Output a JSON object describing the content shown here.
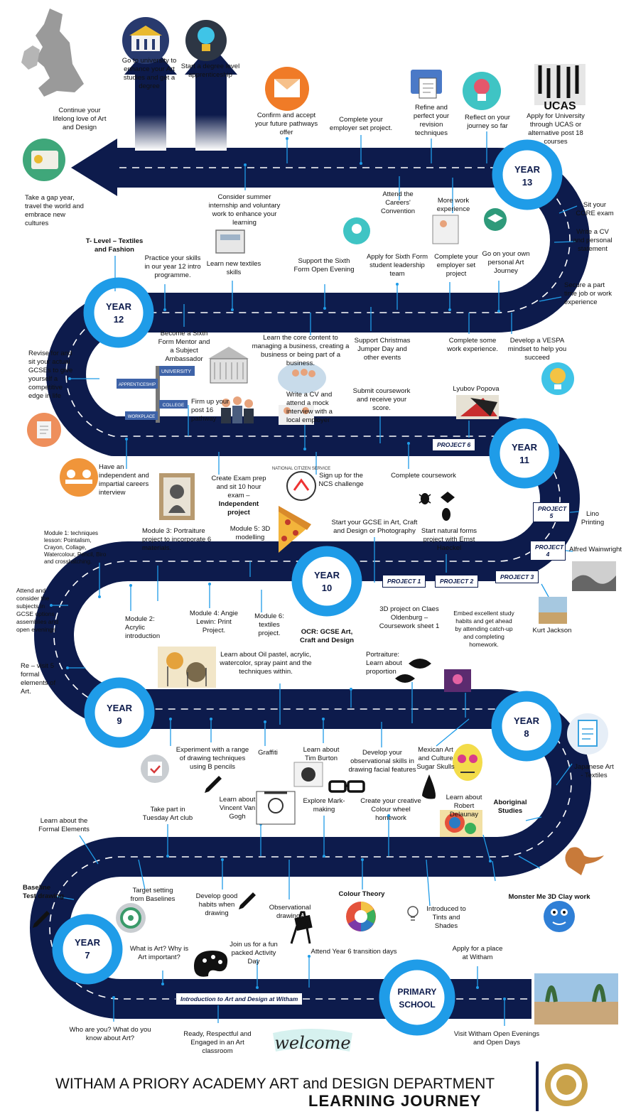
{
  "footer": {
    "line1": "WITHAM A PRIORY ACADEMY ART and DESIGN DEPARTMENT",
    "line2": "LEARNING JOURNEY"
  },
  "years": {
    "y13": [
      "YEAR",
      "13"
    ],
    "y12": [
      "YEAR",
      "12"
    ],
    "y11": [
      "YEAR",
      "11"
    ],
    "y10": [
      "YEAR",
      "10"
    ],
    "y9": [
      "YEAR",
      "9"
    ],
    "y8": [
      "YEAR",
      "8"
    ],
    "y7": [
      "YEAR",
      "7"
    ],
    "primary": [
      "PRIMARY",
      "SCHOOL"
    ]
  },
  "projects": {
    "p6": "PROJECT 6",
    "p5": "PROJECT 5",
    "p4": "PROJECT 4",
    "p3": "PROJECT 3",
    "p1": "PROJECT 1",
    "p2": "PROJECT 2",
    "intro": "Introduction to Art and Design at Witham"
  },
  "icons": {
    "ucas": "UCAS",
    "ncs": "NATIONAL CITIZEN SERVICE",
    "welcome": "welcome"
  },
  "signs": {
    "university": "UNIVERSITY",
    "apprenticeship": "APPRENTICESHIP",
    "college": "COLLEGE",
    "workplace": "WORKPLACE"
  },
  "labels": {
    "lifelong": "Continue your lifelong love of Art and Design",
    "university": "Go to university to enhance your Art studies and get a degree",
    "apprentice": "Start a degree level apprenticeship",
    "confirm": "Confirm and accept your future pathways offer",
    "employer13": "Complete your employer set project.",
    "refine": "Refine and perfect your revision techniques",
    "reflect": "Reflect on your journey so far",
    "ucas_apply": "Apply for University through UCAS or alternative post 18 courses",
    "gap": "Take a gap year, travel the world and embrace new cultures",
    "summer": "Consider summer internship and voluntary work to enhance your learning",
    "careers": "Attend the Careers' Convention",
    "more_work": "More work experience",
    "core": "Sit your CORE exam",
    "cv13": "Write a CV and personal statement",
    "tlevel": "T- Level – Textiles and Fashion",
    "practise": "Practice your skills in our year 12 intro programme.",
    "textiles_skills": "Learn new textiles skills",
    "open_evening": "Support the Sixth Form Open Evening",
    "leadership": "Apply for Sixth Form student leadership team",
    "employer12": "Complete your employer set project",
    "personal": "Go on your own personal Art Journey",
    "parttime": "Secure a part time job or work experience",
    "mentor": "Become a Sixth Form Mentor and a Subject Ambassador",
    "core_content": "Learn the core content to managing a business, creating a business or being part of a business.",
    "jumper": "Support Christmas Jumper Day and other events",
    "some_work": "Complete some work experience.",
    "vespa": "Develop a VESPA mindset to help you succeed",
    "gcses": "Revise for and sit your actual GCSEs to give yourself a competitive edge in life",
    "post16": "Firm up your post 16 pathway",
    "mock": "Write a CV and attend a mock interview with a local employer",
    "submit": "Submit coursework and receive your score.",
    "popova": "Lyubov Popova",
    "independent": "Have an independent and impartial careers interview",
    "exam_prep": "Create Exam prep and sit 10 hour exam –",
    "indep_project": "Independent project",
    "ncs": "Sign up for the NCS challenge",
    "complete_cw": "Complete coursework",
    "lino": "Lino Printing",
    "wainwright": "Alfred Wainwright",
    "module1": "Module 1: techniques lesson: Pointalism, Crayon, Collage, Watercolour, Pencil, Biro and crosshatching.",
    "module3": "Module 3: Portraiture project to incorporate 6 materials.",
    "module5": "Module 5: 3D modelling",
    "start_gcse": "Start your GCSE in Art, Craft and Design or Photography",
    "natural": "Start natural forms project with Ernst Haeckel",
    "attend_subjects": "Attend and consider the subjects in GCSE options assemblies and open evenings",
    "module2": "Module 2: Acrylic introduction",
    "module4": "Module 4: Angie Lewin: Print Project.",
    "module6": "Module 6: textiles project.",
    "ocr": "OCR: GCSE Art, Craft and Design",
    "oldenburg": "3D project on Claes Oldenburg – Coursework sheet 1",
    "study_habits": "Embed excellent study habits and get ahead by attending catch-up and completing homework.",
    "kurt": "Kurt Jackson",
    "revisit": "Re – visit 5 formal elements of Art.",
    "oil": "Learn about Oil pastel, acrylic, watercolor, spray paint and the techniques within.",
    "portraiture": "Portraiture: Learn about proportion",
    "experiment": "Experiment with a range of drawing techniques using B pencils",
    "graffiti": "Graffiti",
    "burton": "Learn about Tim Burton",
    "facial": "Develop your observational skills in drawing facial features",
    "mexican": "Mexican Art and Culture Sugar Skulls",
    "japanese": "Japanese Art - Textiles",
    "formal": "Learn about the Formal Elements",
    "tuesday": "Take part in Tuesday Art club",
    "van_gogh": "Learn about Vincent Van Gogh",
    "mark": "Explore Mark-making",
    "colour_wheel": "Create your creative Colour wheel homework",
    "delaunay": "Learn about Robert Delaunay",
    "aboriginal": "Aboriginal Studies",
    "baseline": "Baseline Test drawing",
    "target": "Target setting from Baselines",
    "habits": "Develop good habits when drawing",
    "observational": "Observational drawings",
    "colour_theory": "Colour Theory",
    "tints": "Introduced to Tints and Shades",
    "monster": "Monster Me 3D Clay work",
    "what_is_art": "What is Art? Why is Art important?",
    "activity": "Join us for a fun packed Activity Day",
    "transition": "Attend Year 6 transition days",
    "apply_place": "Apply for a place at Witham",
    "who": "Who are you? What do you know about Art?",
    "ready": "Ready, Respectful and Engaged in an Art classroom",
    "visit": "Visit Witham Open Evenings and Open Days"
  },
  "colors": {
    "road": "#0d1b4c",
    "ring": "#1f9ce8",
    "dash": "#ffffff",
    "leader": "#1f9ce8"
  }
}
